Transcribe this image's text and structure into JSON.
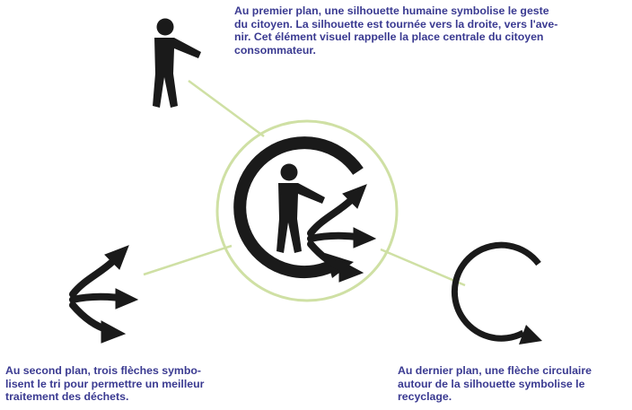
{
  "captions": {
    "top": [
      "Au premier plan, une silhouette humaine symbolise le geste",
      "du citoyen. La silhouette est tournée vers la droite, vers l'ave-",
      "nir. Cet élément visuel rappelle la place centrale du citoyen",
      "consommateur."
    ],
    "bottom_left": [
      "Au second plan, trois flèches symbo-",
      "lisent le tri pour permettre un meilleur",
      "traitement des déchets."
    ],
    "bottom_right": [
      "Au dernier plan, une flèche circulaire",
      "autour de la silhouette symbolise le",
      "recyclage."
    ]
  },
  "colors": {
    "text": "#3a3a91",
    "connector": "#cfe0a4",
    "icon": "#1a1a1a"
  },
  "icons": [
    "silhouette-icon",
    "sorting-arrows-icon",
    "circular-arrow-icon",
    "triman-logo-icon"
  ]
}
